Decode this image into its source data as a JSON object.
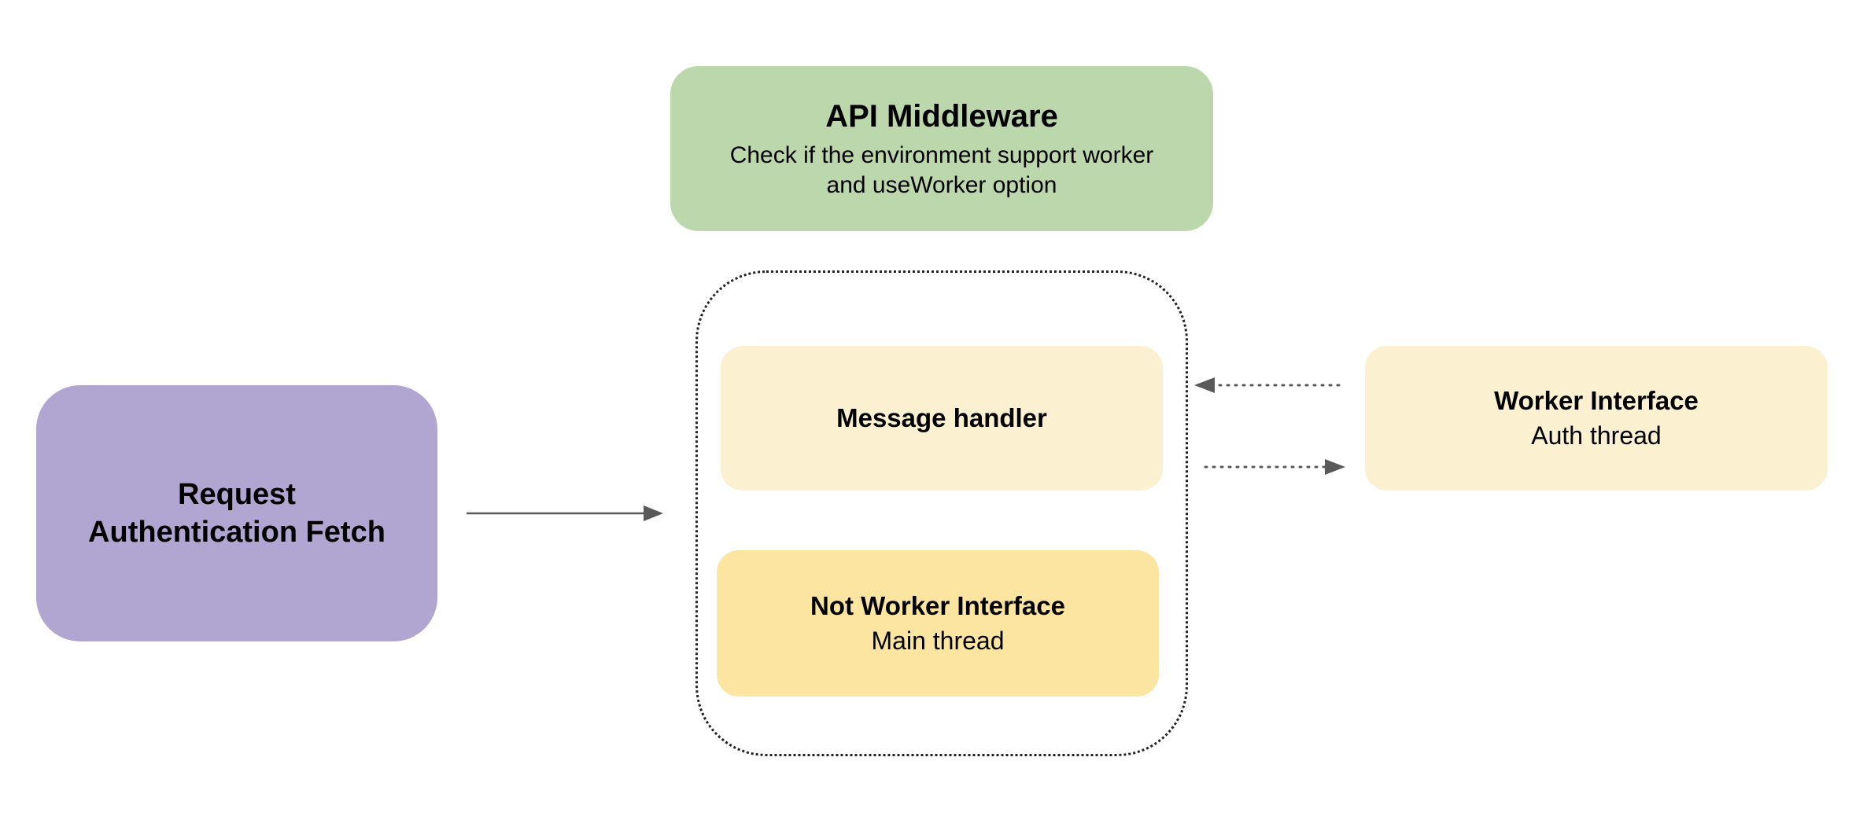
{
  "colors": {
    "request_fill": "#b1a6d2",
    "api_fill": "#bcd7ab",
    "message_fill": "#fbf0cf",
    "not_worker_fill": "#fbe5a0",
    "worker_fill": "#fbf0cf",
    "arrow": "#595959",
    "container_border": "#222222"
  },
  "nodes": {
    "request": {
      "title_line1": "Request",
      "title_line2": "Authentication Fetch"
    },
    "api_middleware": {
      "title": "API Middleware",
      "subtitle_line1": "Check if the environment support worker",
      "subtitle_line2": "and useWorker option"
    },
    "message_handler": {
      "title": "Message handler"
    },
    "not_worker_interface": {
      "title": "Not Worker Interface",
      "subtitle": "Main thread"
    },
    "worker_interface": {
      "title": "Worker Interface",
      "subtitle": "Auth thread"
    }
  },
  "edges": [
    {
      "from": "request",
      "to": "container",
      "style": "solid"
    },
    {
      "from": "worker_interface",
      "to": "container",
      "style": "dotted"
    },
    {
      "from": "container",
      "to": "worker_interface",
      "style": "dotted"
    }
  ]
}
